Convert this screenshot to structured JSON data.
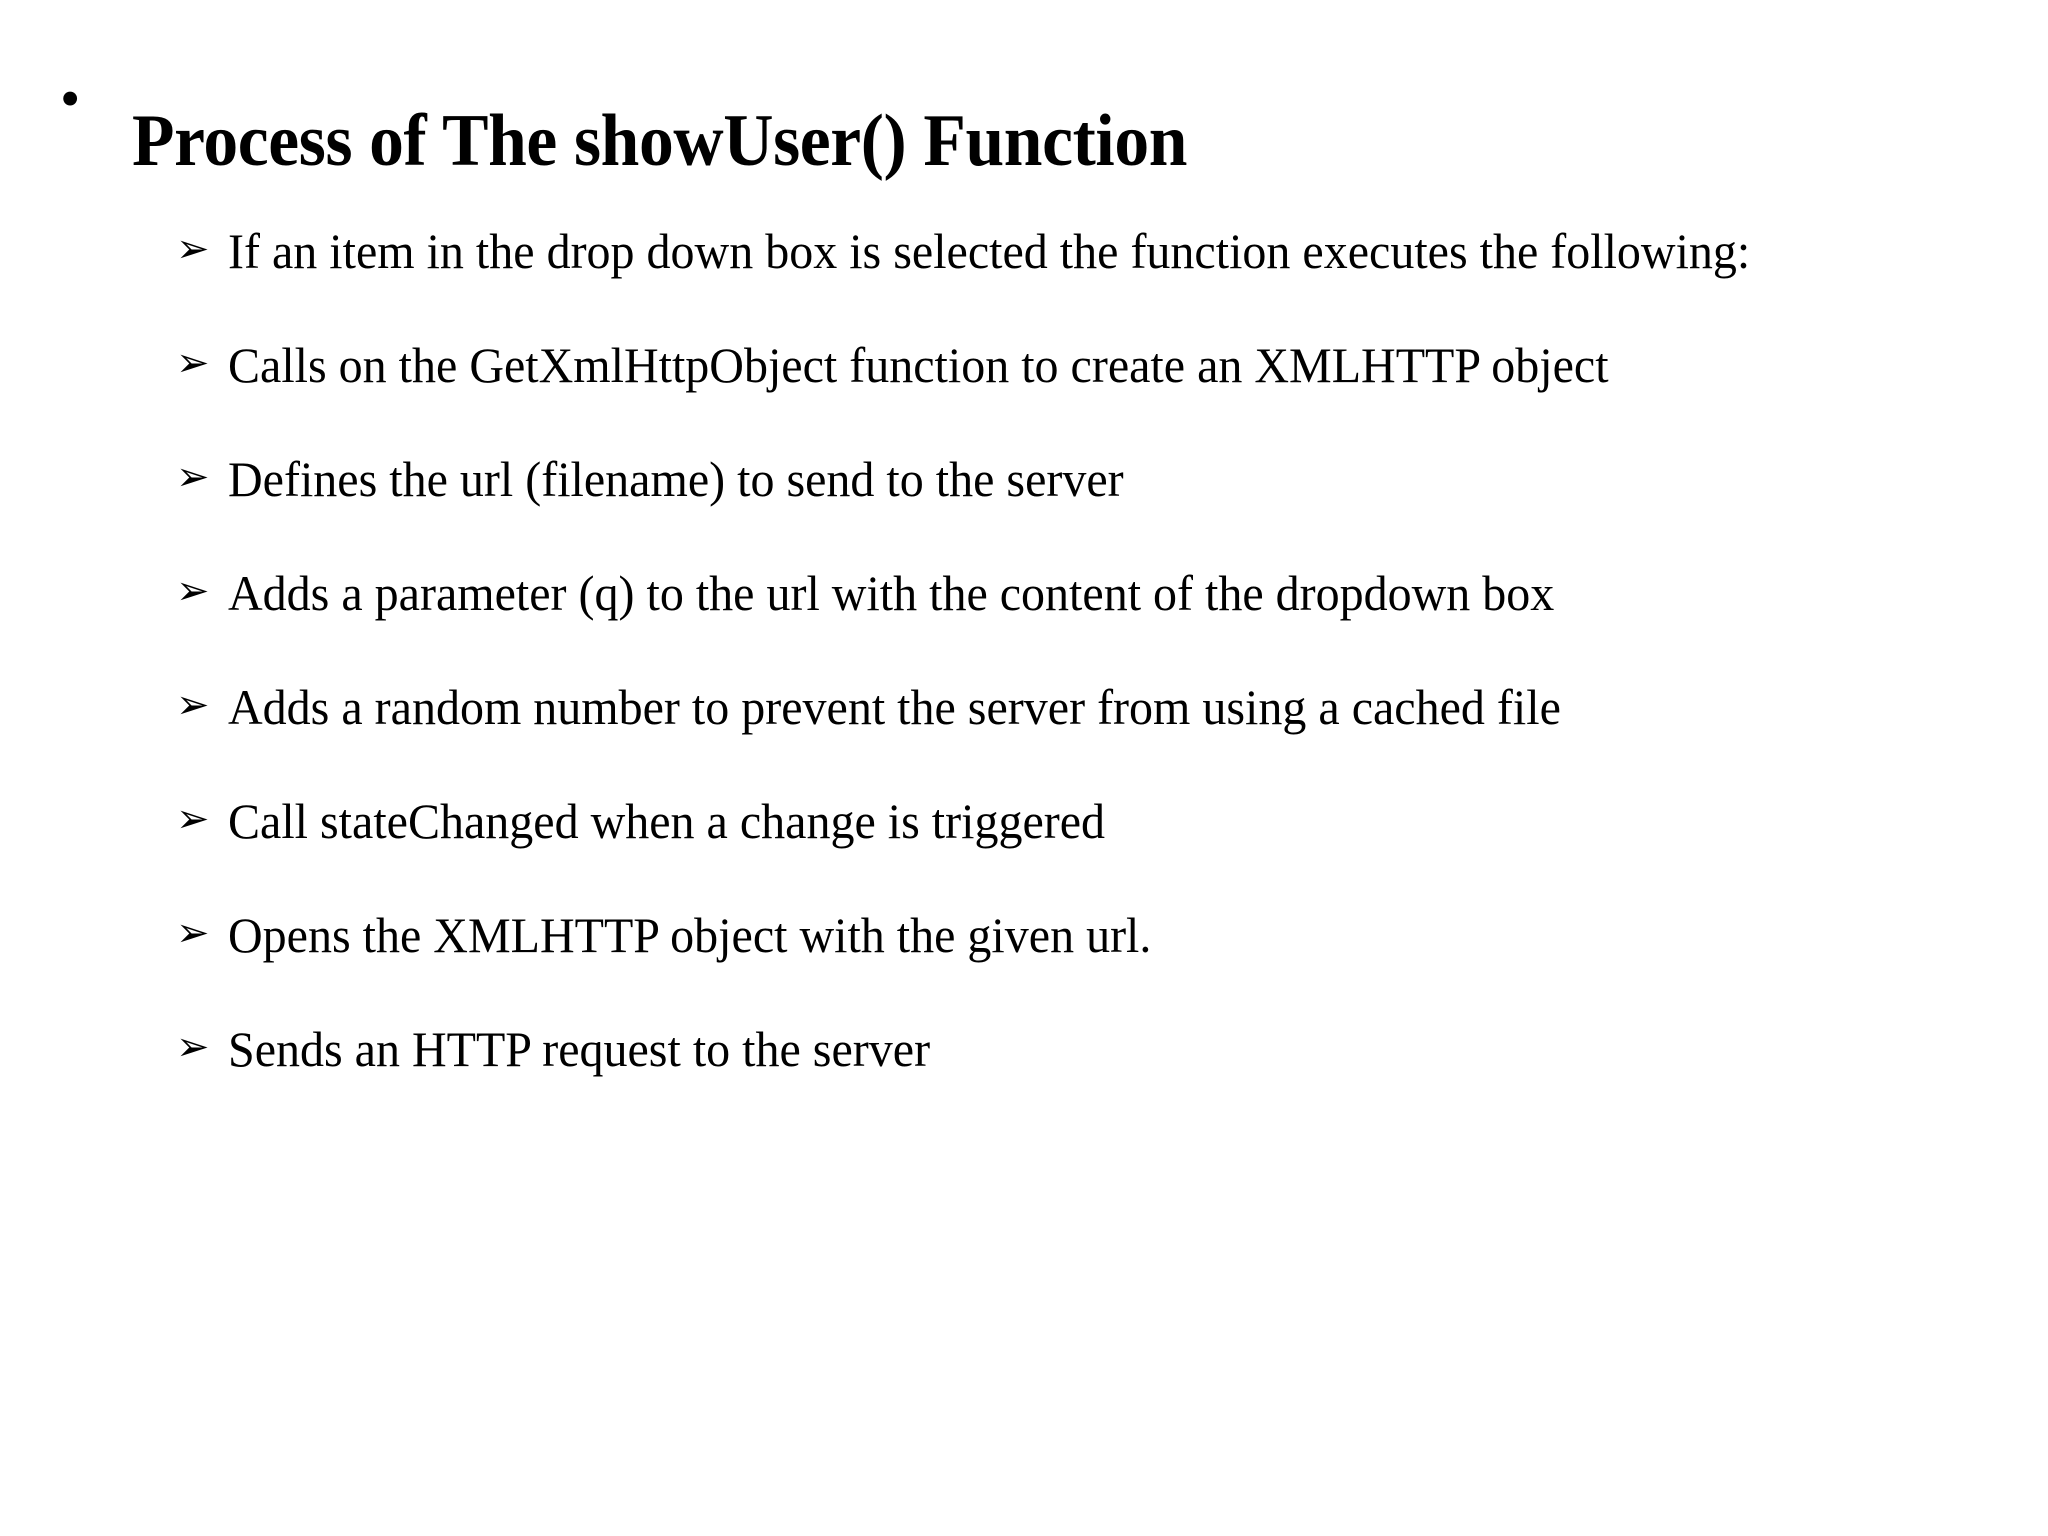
{
  "slide": {
    "background_color": "#ffffff",
    "text_color": "#000000",
    "title": {
      "bullet_glyph": "•",
      "text": "Process of The showUser() Function"
    },
    "bullet_glyph": "➢",
    "items": [
      {
        "text": "If an item in the drop down box is selected the function executes the following:"
      },
      {
        "text": "Calls on the GetXmlHttpObject function to create an XMLHTTP object"
      },
      {
        "text": "Defines the url (filename) to send to the server"
      },
      {
        "text": "Adds a parameter (q) to the url with the content of the dropdown box"
      },
      {
        "text": "Adds a random number to prevent the server from using a cached file"
      },
      {
        "text": "Call stateChanged when a change is triggered"
      },
      {
        "text": "Opens the XMLHTTP object with the given url."
      },
      {
        "text": "Sends an HTTP request to the server"
      }
    ]
  }
}
